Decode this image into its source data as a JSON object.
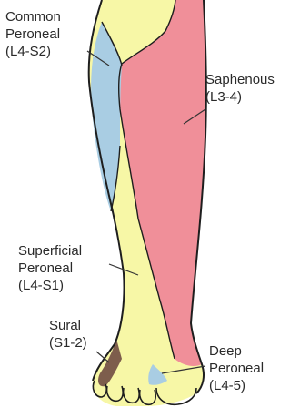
{
  "colors": {
    "yellow": "#f7f7a6",
    "pink": "#f08f99",
    "blue": "#a9cde3",
    "brown": "#7d5d4c",
    "outline": "#1e1e1e",
    "label_text": "#2a2a2a",
    "leader": "#333333"
  },
  "labels": {
    "common_peroneal": {
      "name": "Common",
      "name2": "Peroneal",
      "roots": "(L4-S2)"
    },
    "saphenous": {
      "name": "Saphenous",
      "roots": "(L3-4)"
    },
    "superficial_peroneal": {
      "name": "Superficial",
      "name2": "Peroneal",
      "roots": "(L4-S1)"
    },
    "sural": {
      "name": "Sural",
      "roots": "(S1-2)"
    },
    "deep_peroneal": {
      "name": "Deep",
      "name2": "Peroneal",
      "roots": "(L4-5)"
    }
  }
}
